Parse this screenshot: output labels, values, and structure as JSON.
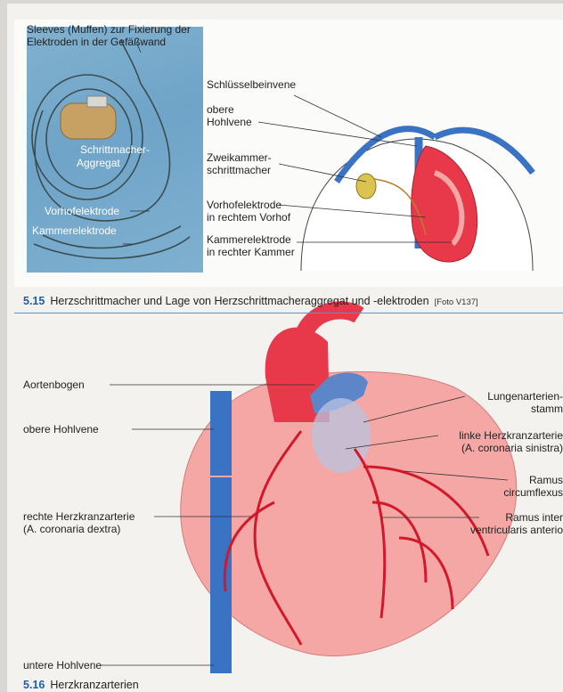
{
  "figure1": {
    "labels": {
      "sleeves": "Sleeves (Muffen) zur Fixierung der",
      "sleeves2": "Elektroden in der Gefäßwand",
      "aggregat": "Schrittmacher-",
      "aggregat2": "Aggregat",
      "vorhof_left": "Vorhofelektrode",
      "kammer_left": "Kammerelektrode",
      "schluessel": "Schlüsselbeinvene",
      "obere": "obere",
      "obere2": "Hohlvene",
      "zweikammer": "Zweikammer-",
      "zweikammer2": "schrittmacher",
      "vorhof_right": "Vorhofelektrode",
      "vorhof_right2": "in rechtem Vorhof",
      "kammer_right": "Kammerelektrode",
      "kammer_right2": "in rechter Kammer"
    },
    "caption": {
      "number": "5.15",
      "text": "Herzschrittmacher und Lage von Herzschrittmacheraggregat und -elektroden",
      "credit": "[Foto V137]"
    }
  },
  "figure2": {
    "labels": {
      "aortenbogen": "Aortenbogen",
      "obere_hohlvene": "obere Hohlvene",
      "rechte": "rechte Herzkranzarterie",
      "rechte2": "(A. coronaria dextra)",
      "untere": "untere Hohlvene",
      "lungen": "Lungenarterien-",
      "lungen2": "stamm",
      "linke": "linke Herzkranzarterie",
      "linke2": "(A. coronaria sinistra)",
      "ramus_c": "Ramus",
      "ramus_c2": "circumflexus",
      "ramus_i": "Ramus inter",
      "ramus_i2": "ventricularis anterio"
    },
    "caption": {
      "number": "5.16",
      "text": "Herzkranzarterien"
    }
  },
  "colors": {
    "accent": "#1f5ea8",
    "heart_red": "#e8394a",
    "vein_blue": "#3a72c4",
    "artery_red": "#d3182b",
    "heart_pink": "#f4a7a4"
  }
}
